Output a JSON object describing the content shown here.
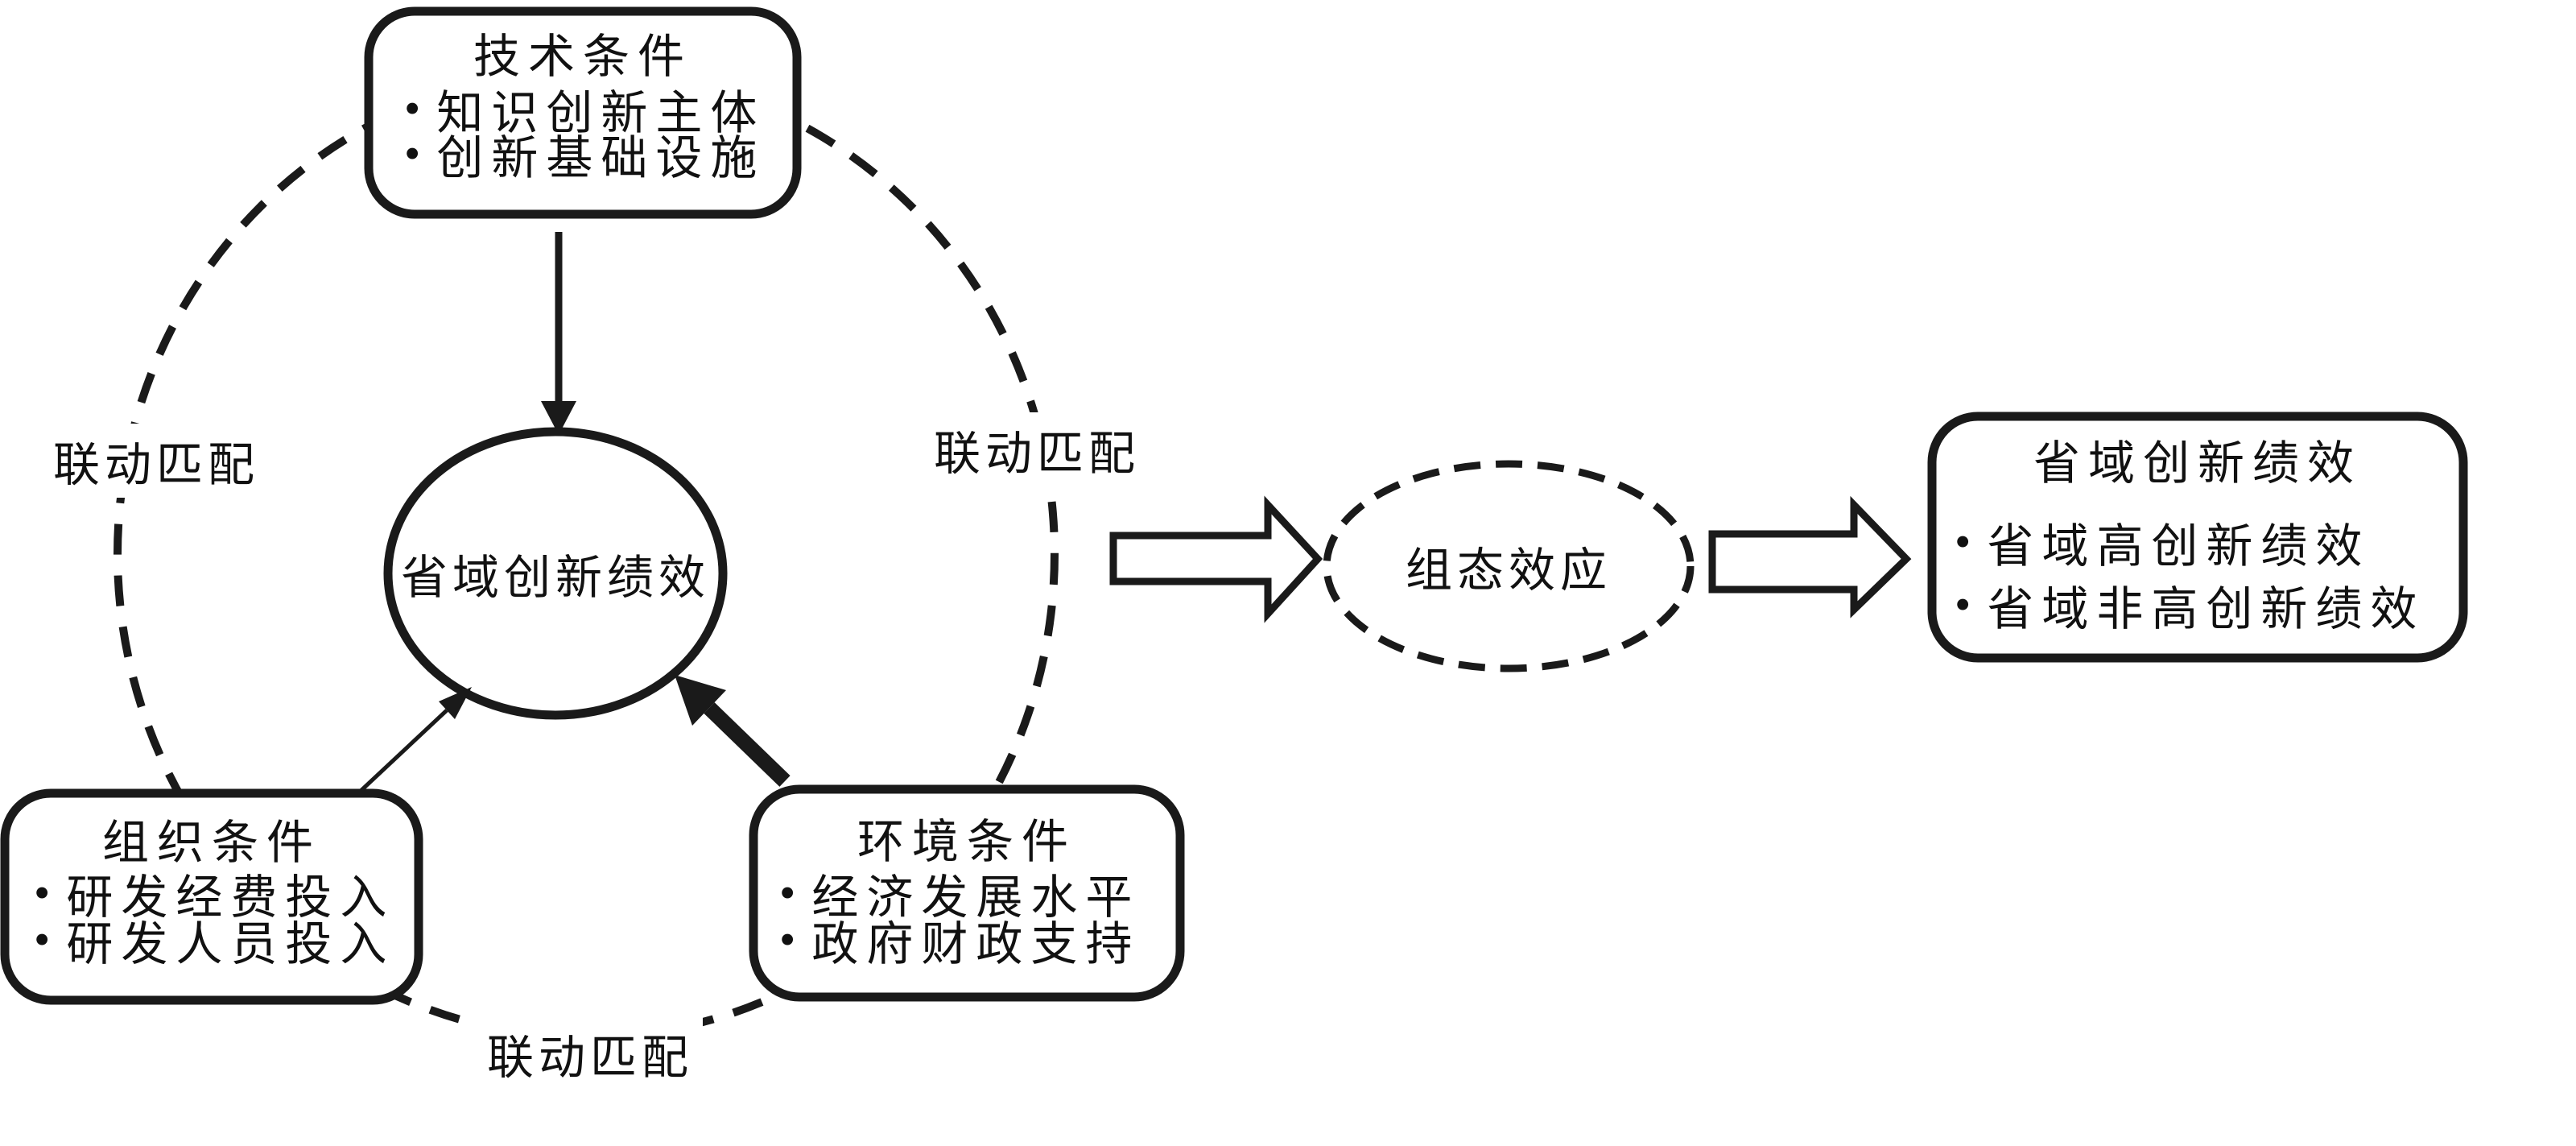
{
  "bullet_marker": "•",
  "colors": {
    "ink": "#1a1a1a",
    "paper": "#ffffff"
  },
  "boxes": {
    "technical": {
      "title": "技术条件",
      "bullets": [
        "知识创新主体",
        "创新基础设施"
      ]
    },
    "organizational": {
      "title": "组织条件",
      "bullets": [
        "研发经费投入",
        "研发人员投入"
      ]
    },
    "environmental": {
      "title": "环境条件",
      "bullets": [
        "经济发展水平",
        "政府财政支持"
      ]
    },
    "outcome": {
      "title": "省域创新绩效",
      "bullets": [
        "省域高创新绩效",
        "省域非高创新绩效"
      ]
    }
  },
  "ellipses": {
    "central": {
      "label": "省域创新绩效"
    },
    "configuration": {
      "label": "组态效应"
    }
  },
  "linkage_labels": {
    "left": "联动匹配",
    "right": "联动匹配",
    "bottom": "联动匹配"
  }
}
